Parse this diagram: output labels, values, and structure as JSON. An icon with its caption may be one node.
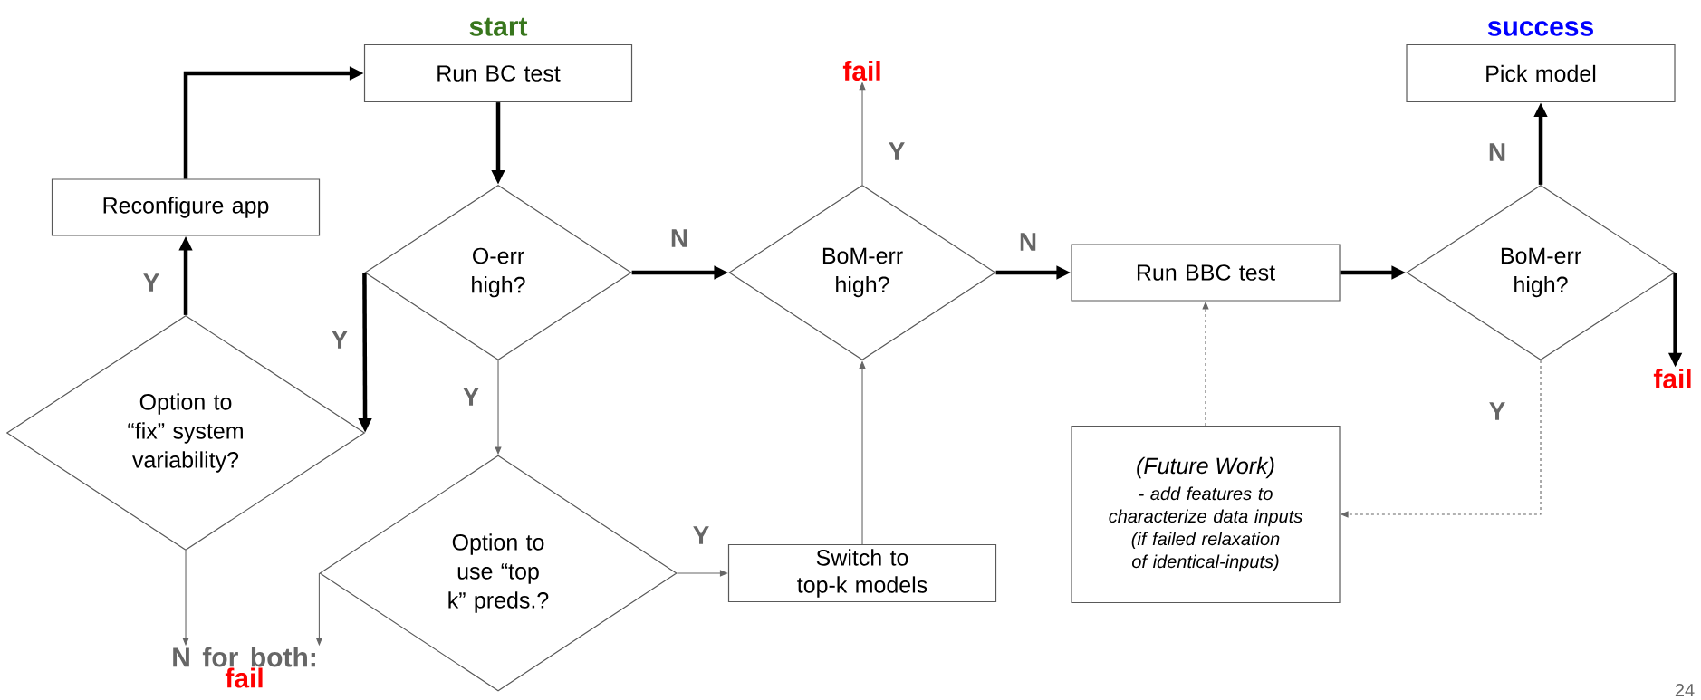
{
  "diagram": {
    "nodes": [
      {
        "text": [
          "Run BC test"
        ],
        "beside": [
          "start"
        ]
      },
      {
        "text": [
          "Reconfigure app"
        ]
      },
      {
        "text": [
          "O-err high?"
        ]
      },
      {
        "text": [
          "Option to “fix” system variability?"
        ]
      },
      {
        "text": [
          "Option to use “top k” preds.?"
        ]
      },
      {
        "text": [
          "Switch to top-k models"
        ]
      },
      {
        "text": [
          "BoM-err high?"
        ]
      },
      {
        "text": [
          "Run BBC test"
        ]
      },
      {
        "text": [
          "BoM-err high?"
        ]
      },
      {
        "text": [
          "Pick model"
        ],
        "beside": [
          "success"
        ]
      },
      {
        "text": [
          "(Future Work)",
          "- add features to characterize data inputs (if failed relaxation of identical-inputs)"
        ]
      },
      {
        "text": [
          "fail"
        ]
      },
      {
        "text": [
          "N for both:",
          "fail"
        ]
      },
      {
        "text": [
          "fail"
        ]
      }
    ],
    "edges": [
      {
        "from": 1,
        "to": 0,
        "arrow": "to"
      },
      {
        "from": 0,
        "to": 2,
        "arrow": "to"
      },
      {
        "from": 2,
        "to": 6,
        "arrow": "to",
        "label": "N"
      },
      {
        "from": 2,
        "to": 3,
        "arrow": "to",
        "label": "Y"
      },
      {
        "from": 2,
        "to": 4,
        "arrow": "to",
        "color": "#666666",
        "label": "Y"
      },
      {
        "from": 3,
        "to": 1,
        "arrow": "to",
        "label": "Y"
      },
      {
        "from": 3,
        "to": 12,
        "arrow": "to",
        "color": "#666666"
      },
      {
        "from": 4,
        "to": 12,
        "arrow": "to",
        "color": "#666666"
      },
      {
        "from": 4,
        "to": 5,
        "arrow": "to",
        "color": "#666666",
        "label": "Y"
      },
      {
        "from": 5,
        "to": 6,
        "arrow": "to",
        "color": "#666666"
      },
      {
        "from": 6,
        "to": 11,
        "arrow": "to",
        "color": "#666666",
        "label": "Y"
      },
      {
        "from": 6,
        "to": 7,
        "arrow": "to",
        "label": "N"
      },
      {
        "from": 10,
        "to": 7,
        "arrow": "to",
        "style": "dashed",
        "color": "#666666"
      },
      {
        "from": 7,
        "to": 8,
        "arrow": "to"
      },
      {
        "from": 8,
        "to": 9,
        "arrow": "to",
        "label": "N"
      },
      {
        "from": 8,
        "to": 13,
        "arrow": "to"
      },
      {
        "from": 8,
        "to": 10,
        "arrow": "to",
        "style": "dashed",
        "color": "#666666",
        "label": "Y"
      }
    ],
    "labels": [
      "24"
    ]
  }
}
